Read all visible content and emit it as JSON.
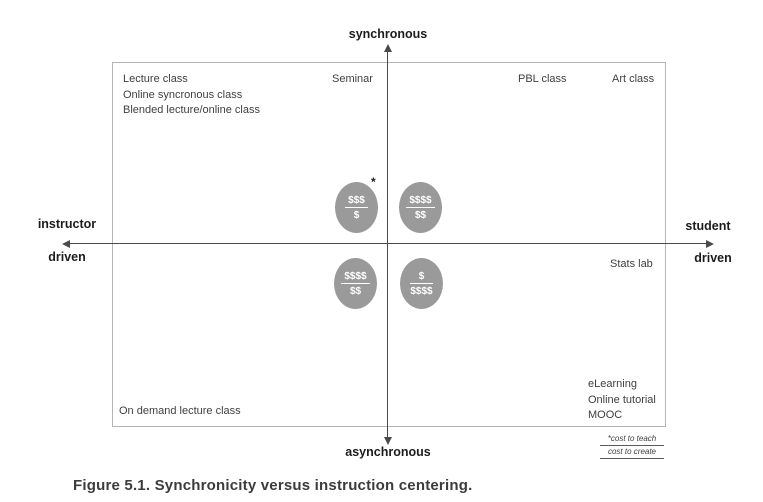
{
  "figure": {
    "caption": "Figure 5.1. Synchronicity versus instruction centering."
  },
  "axes": {
    "top": "synchronous",
    "bottom": "asynchronous",
    "left": [
      "instructor",
      "driven"
    ],
    "right": [
      "student",
      "driven"
    ]
  },
  "quadrants": {
    "top_left_lines": [
      "Lecture class",
      "Online syncronous class",
      "Blended lecture/online class"
    ],
    "seminar": "Seminar",
    "pbl": "PBL class",
    "art": "Art class",
    "stats_lab": "Stats lab",
    "bottom_right_lines": [
      "eLearning",
      "Online tutorial",
      "MOOC"
    ],
    "on_demand": "On demand lecture class"
  },
  "cost_circles": [
    {
      "position": "upper-left-of-center",
      "numerator": "$$$",
      "denominator": "$",
      "marker": "*"
    },
    {
      "position": "upper-right-of-center",
      "numerator": "$$$$",
      "denominator": "$$"
    },
    {
      "position": "lower-left-of-center",
      "numerator": "$$$$",
      "denominator": "$$"
    },
    {
      "position": "lower-right-of-center",
      "numerator": "$",
      "denominator": "$$$$"
    }
  ],
  "legend": {
    "numerator": "*cost to teach",
    "denominator": "cost to create"
  },
  "colors": {
    "circle_fill": "#9a9a9a",
    "circle_text": "#ffffff",
    "box_border": "#b5b5b5",
    "axis_line": "#4a4a4a",
    "quadrant_text": "#3f3f3f",
    "axis_label_text": "#1c1c1c",
    "caption_text": "#3c3c3c",
    "background": "#ffffff"
  }
}
